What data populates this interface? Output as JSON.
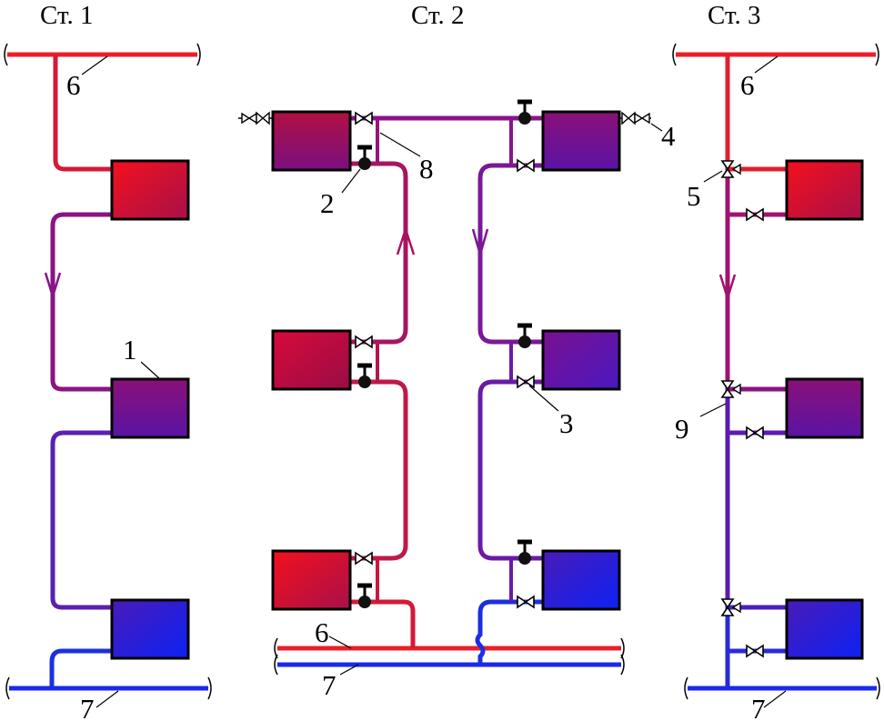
{
  "columns": {
    "col1": "Ст. 1",
    "col2": "Ст. 2",
    "col3": "Ст. 3"
  },
  "callouts": {
    "radiator": "1",
    "air_valve": "2",
    "shutoff_valve": "3",
    "drain_valve": "4",
    "three_way_valve": "5",
    "supply_main": "6",
    "return_main": "7",
    "bypass": "8",
    "riser": "9"
  },
  "colors": {
    "hot": "#e8101a",
    "mid": "#9a1080",
    "cold": "#1a2ae8",
    "outline": "#000000"
  }
}
